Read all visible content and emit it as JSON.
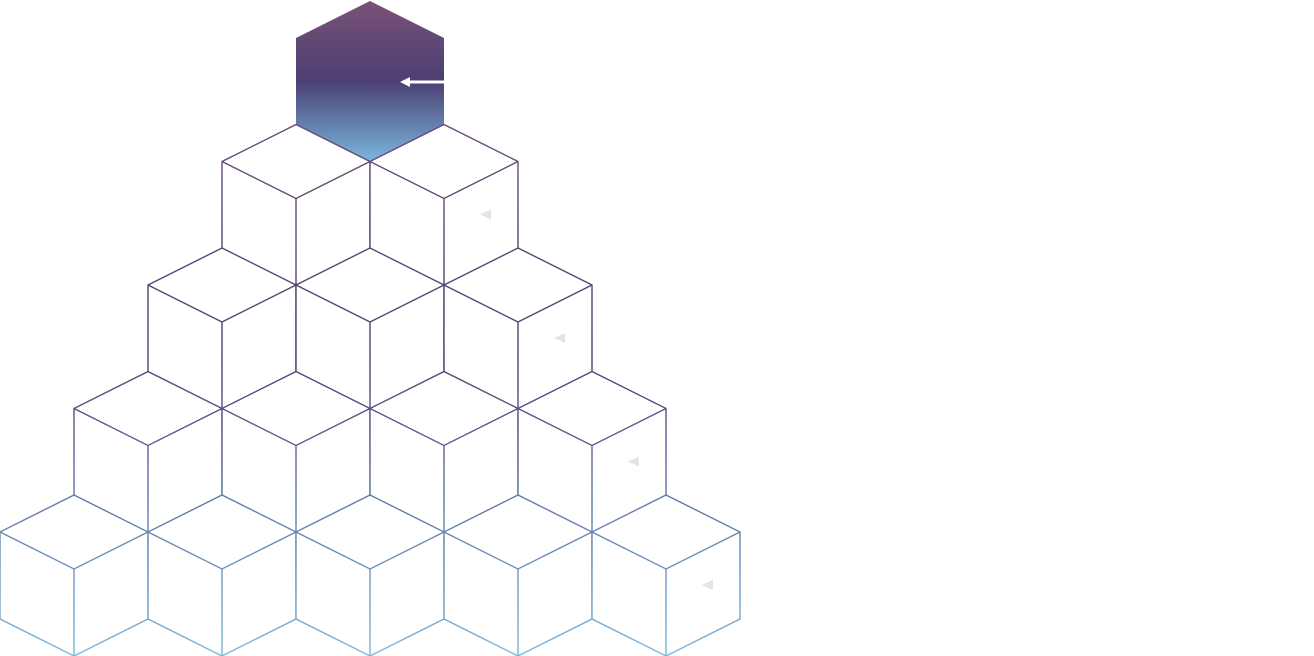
{
  "diagram": {
    "type": "isometric-cube-pyramid",
    "rows": [
      {
        "cubes": 1,
        "style": "filled",
        "pointer": "arrow"
      },
      {
        "cubes": 2,
        "style": "outline",
        "pointer": "triangle"
      },
      {
        "cubes": 3,
        "style": "outline",
        "pointer": "triangle"
      },
      {
        "cubes": 4,
        "style": "outline",
        "pointer": "triangle"
      },
      {
        "cubes": 5,
        "style": "outline",
        "pointer": "triangle"
      }
    ]
  },
  "colors": {
    "background": "#ffffff",
    "gradient_top": "#7a5276",
    "gradient_mid": "#4b3f72",
    "gradient_bottom": "#7ab7dd",
    "pointer_fill": "#e4e4e4",
    "arrow_stroke": "#ffffff"
  }
}
